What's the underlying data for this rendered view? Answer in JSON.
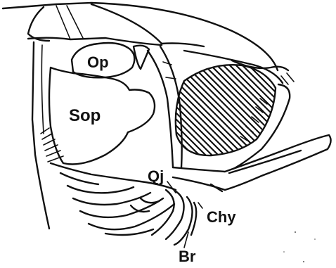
{
  "labels": {
    "op": "Op",
    "sop": "Sop",
    "qj": "Qj",
    "chy": "Chy",
    "br": "Br"
  },
  "colors": {
    "ink": "#111111",
    "background": "#ffffff"
  }
}
